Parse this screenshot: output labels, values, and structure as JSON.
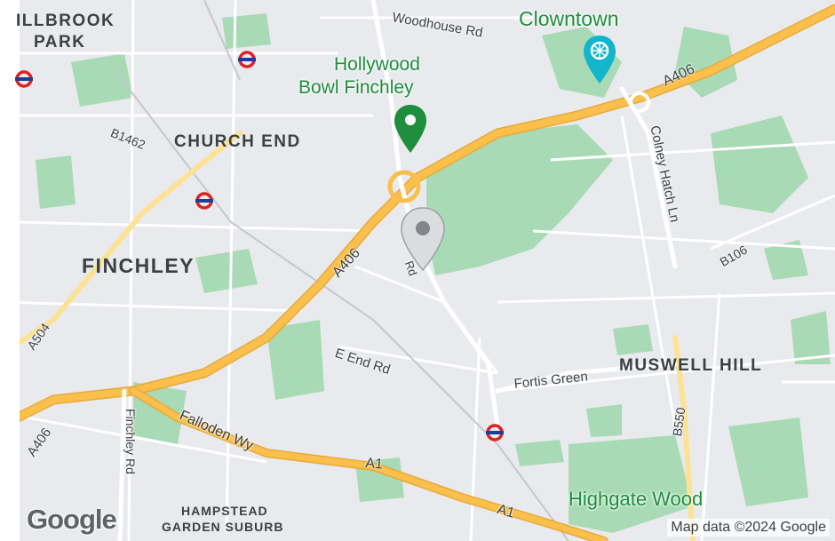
{
  "areas": {
    "illbrook_line1": "ILLBROOK",
    "illbrook_line2": "PARK",
    "church_end": "CHURCH END",
    "finchley": "FINCHLEY",
    "muswell_hill": "MUSWELL HILL",
    "hampstead_line1": "HAMPSTEAD",
    "hampstead_line2": "GARDEN SUBURB"
  },
  "pois": {
    "clowntown": "Clowntown",
    "hollywood_bowl_line1": "Hollywood",
    "hollywood_bowl_line2": "Bowl Finchley",
    "highgate_wood": "Highgate Wood"
  },
  "roads": {
    "woodhouse_rd": "Woodhouse Rd",
    "a406_top": "A406",
    "a406_mid": "A406",
    "a406_left": "A406",
    "b1462": "B1462",
    "colney_hatch_ln": "Colney Hatch Ln",
    "b106": "B106",
    "a504": "A504",
    "e_end_rd": "E End Rd",
    "fortis_green": "Fortis Green",
    "b550": "B550",
    "falloden_wy": "Falloden Wy",
    "a1_mid": "A1",
    "a1_bottom": "A1",
    "finchley_rd": "Finchley Rd",
    "pin_road_partial": "Rd"
  },
  "attribution": "Map data ©2024 Google",
  "logo": "Google",
  "colors": {
    "land": "#e8eaed",
    "park": "#a8dab5",
    "major_road": "#fbc04b",
    "minor_road": "#ffffff",
    "poi_green": "#1e8e3e",
    "tube_red": "#dc241f",
    "tube_blue": "#1c3f94"
  },
  "icons": {
    "clowntown": "amusement-park-pin-icon",
    "hollywood_bowl": "green-location-pin-icon",
    "selected_location": "grey-location-pin-icon",
    "stations": "underground-roundel-icon"
  }
}
